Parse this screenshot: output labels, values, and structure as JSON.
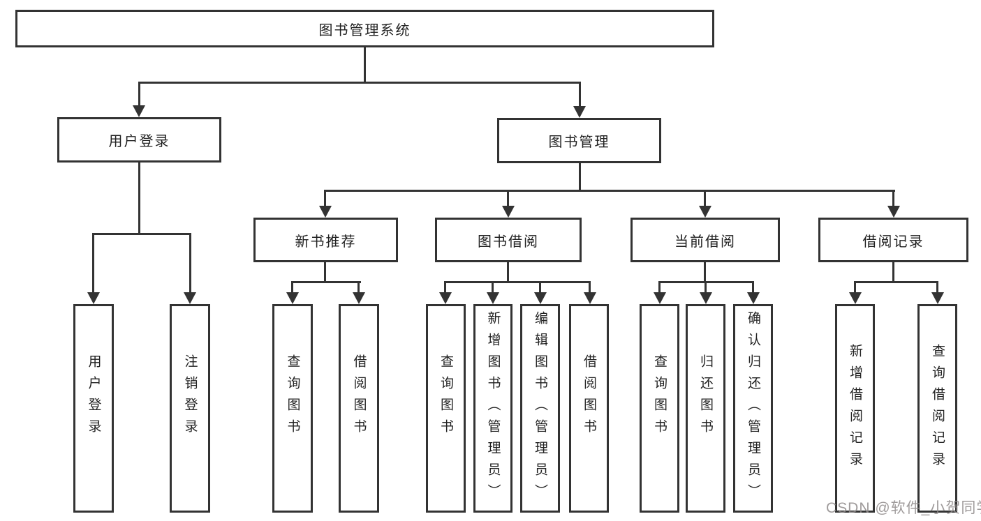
{
  "diagram": {
    "type": "hierarchy-tree",
    "orientation": "top-down"
  },
  "tree": {
    "root": {
      "label": "图书管理系统",
      "children": [
        {
          "label": "用户登录",
          "children": [
            {
              "label": "用户登录"
            },
            {
              "label": "注销登录"
            }
          ]
        },
        {
          "label": "图书管理",
          "children": [
            {
              "label": "新书推荐",
              "children": [
                {
                  "label": "查询图书"
                },
                {
                  "label": "借阅图书"
                }
              ]
            },
            {
              "label": "图书借阅",
              "children": [
                {
                  "label": "查询图书"
                },
                {
                  "label": "新增图书（管理员）"
                },
                {
                  "label": "编辑图书（管理员）"
                },
                {
                  "label": "借阅图书"
                }
              ]
            },
            {
              "label": "当前借阅",
              "children": [
                {
                  "label": "查询图书"
                },
                {
                  "label": "归还图书"
                },
                {
                  "label": "确认归还（管理员）"
                }
              ]
            },
            {
              "label": "借阅记录",
              "children": [
                {
                  "label": "新增借阅记录"
                },
                {
                  "label": "查询借阅记录"
                }
              ]
            }
          ]
        }
      ]
    }
  },
  "watermark": {
    "text": "CSDN @软件_小贺同学"
  },
  "colors": {
    "line": "#333333",
    "text": "#222222",
    "background": "#ffffff",
    "watermark": "#8f8a8a"
  }
}
